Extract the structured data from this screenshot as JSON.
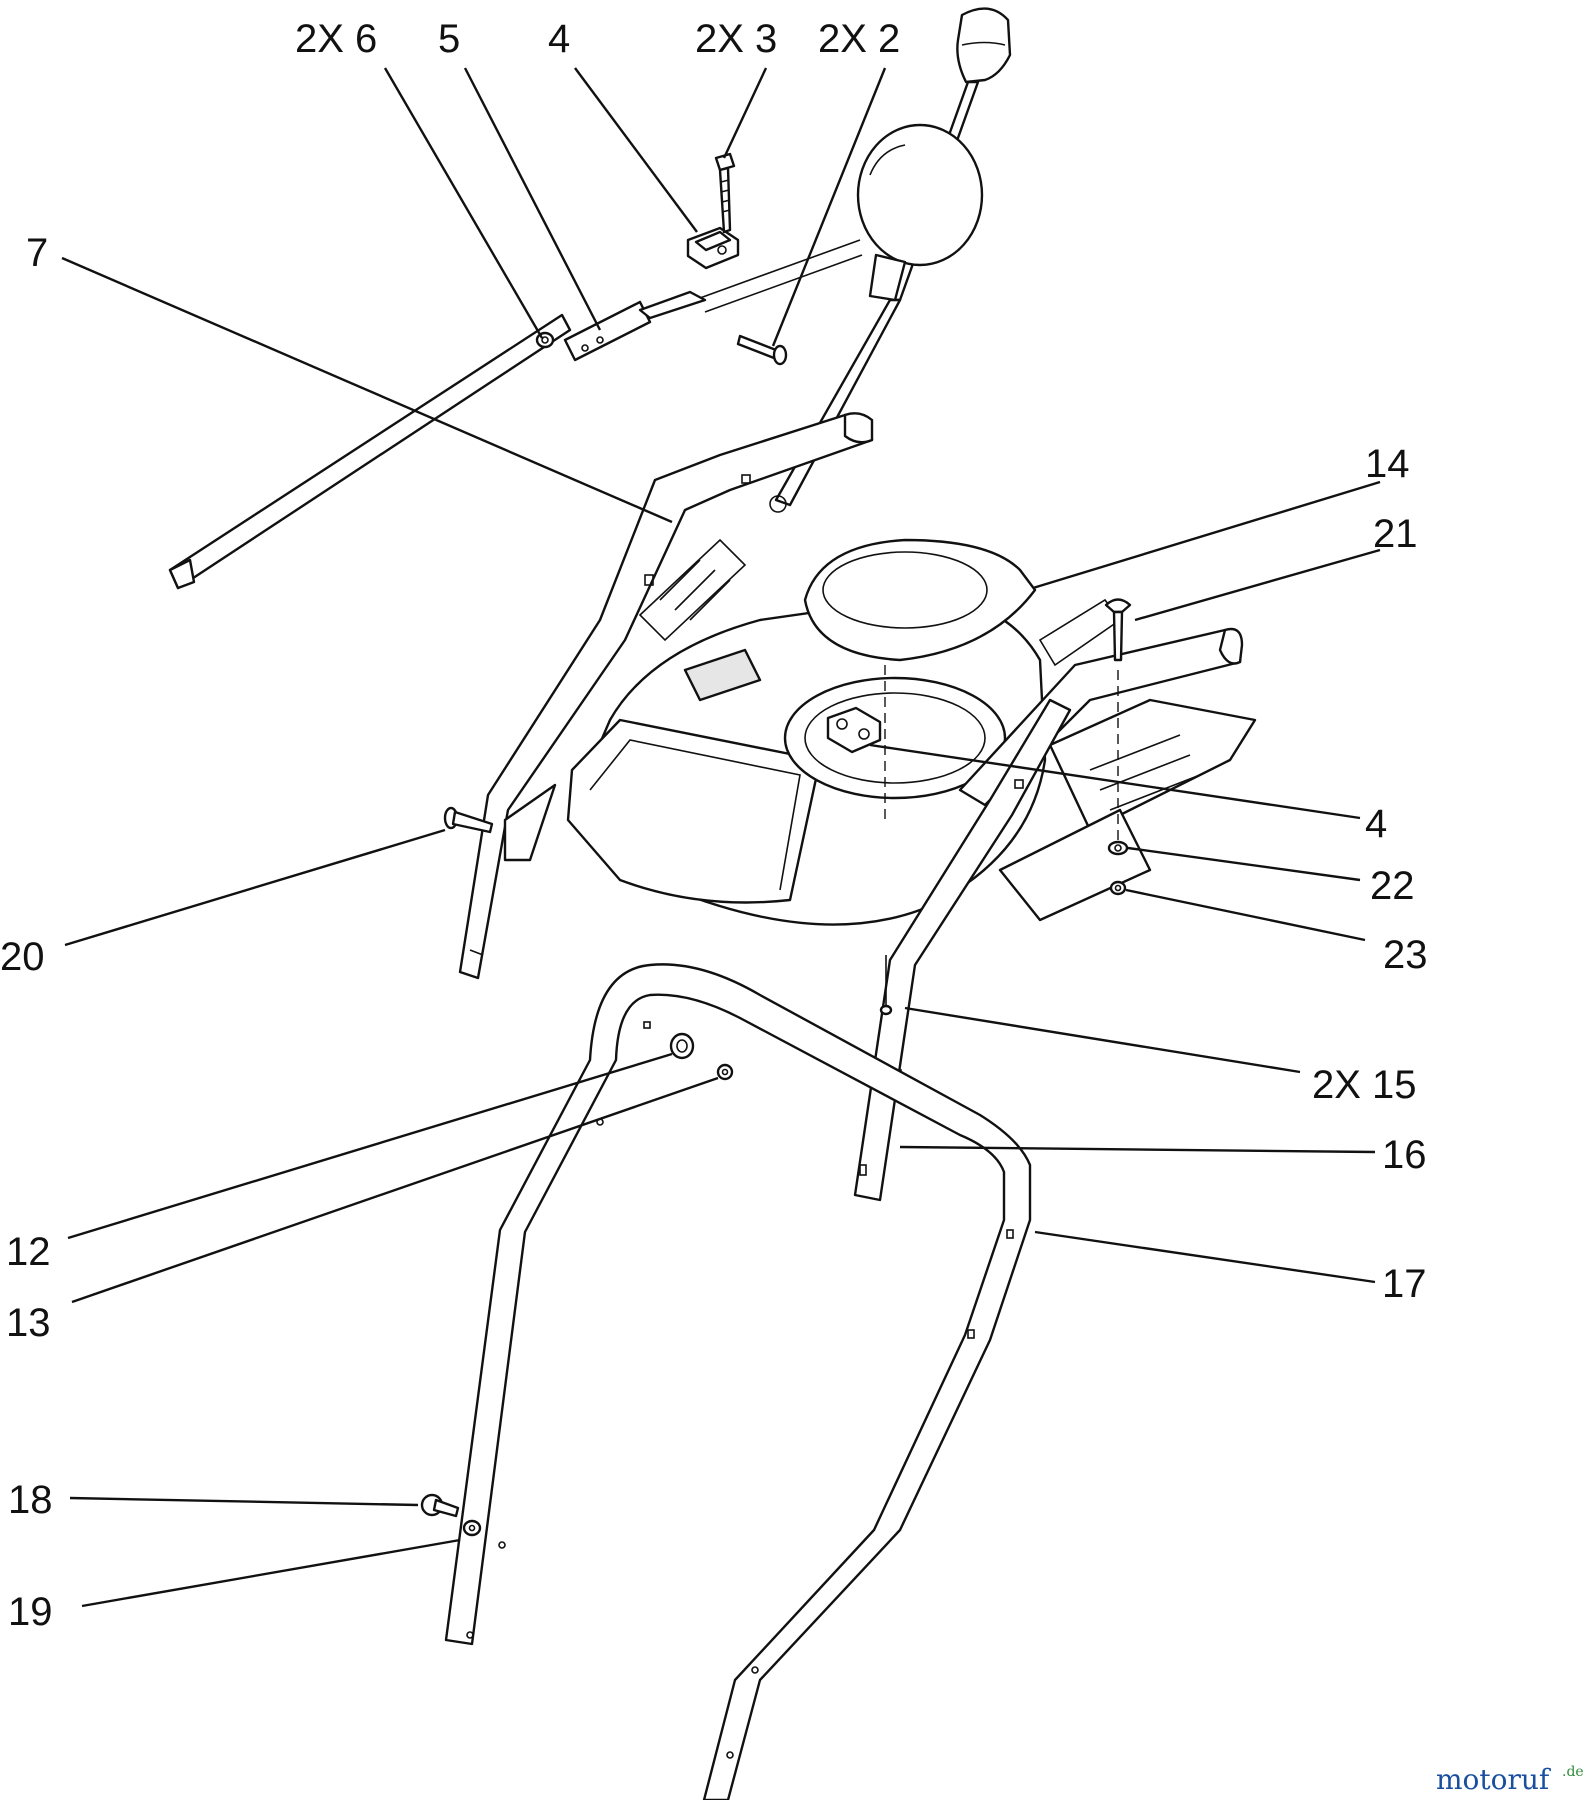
{
  "callouts": {
    "c1": "2X 6",
    "c2": "5",
    "c3": "4",
    "c4": "2X 3",
    "c5": "2X 2",
    "c6": "7",
    "c7": "14",
    "c8": "21",
    "c9": "4",
    "c10": "22",
    "c11": "23",
    "c12": "20",
    "c13": "2X 15",
    "c14": "16",
    "c15": "17",
    "c16": "12",
    "c17": "13",
    "c18": "18",
    "c19": "19"
  },
  "watermark": {
    "brand": "motoruf",
    "suffix": ".de",
    "colors": [
      "#1a4fa0",
      "#2e8b3a",
      "#d9a400",
      "#c0282d"
    ]
  },
  "icons": [
    "handle-assembly-drawing",
    "shift-lever",
    "control-panel",
    "upper-handle",
    "lower-handle"
  ]
}
